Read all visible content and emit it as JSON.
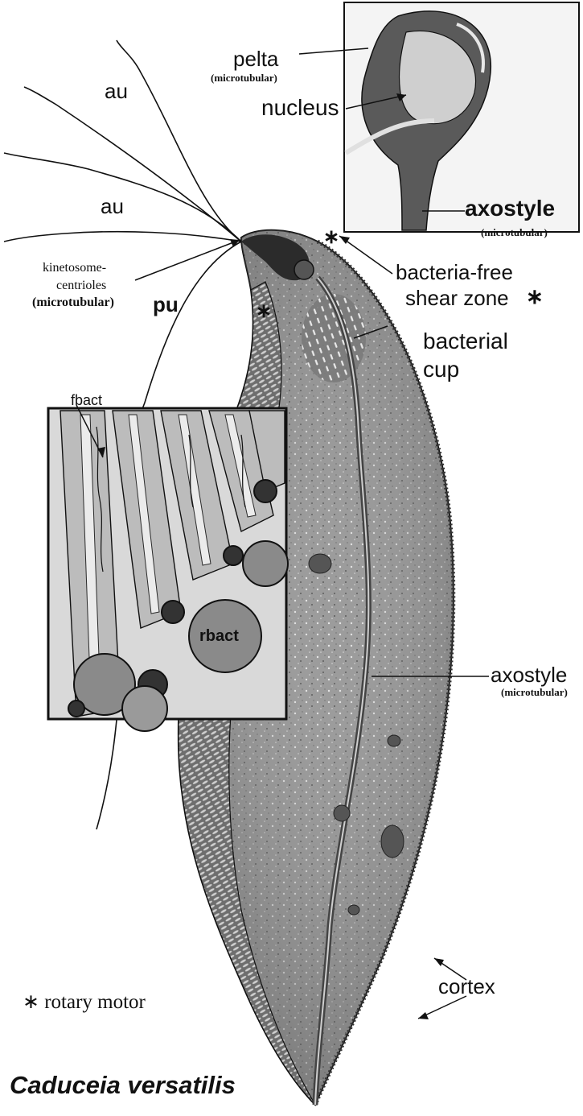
{
  "figure": {
    "title": "Caduceia versatilis",
    "legend": "∗ rotary motor"
  },
  "labels": {
    "au_top": "au",
    "au_mid": "au",
    "pu": "pu",
    "kinetosome_line1": "kinetosome-",
    "kinetosome_line2": "centrioles",
    "kinetosome_sub": "(microtubular)",
    "pelta": "pelta",
    "pelta_sub": "(microtubular)",
    "nucleus": "nucleus",
    "axostyle_inset": "axostyle",
    "axostyle_inset_sub": "(microtubular)",
    "shear_line1": "bacteria-free",
    "shear_line2": "shear zone",
    "star": "∗",
    "bacterial_line1": "bacterial",
    "bacterial_line2": "cup",
    "axostyle_body": "axostyle",
    "axostyle_body_sub": "(microtubular)",
    "cortex": "cortex",
    "fbact": "fbact",
    "rbact": "rbact"
  },
  "colors": {
    "cell_fill": "#9a9a9a",
    "inset_bg": "#d9d9d9",
    "ink": "#111111"
  }
}
